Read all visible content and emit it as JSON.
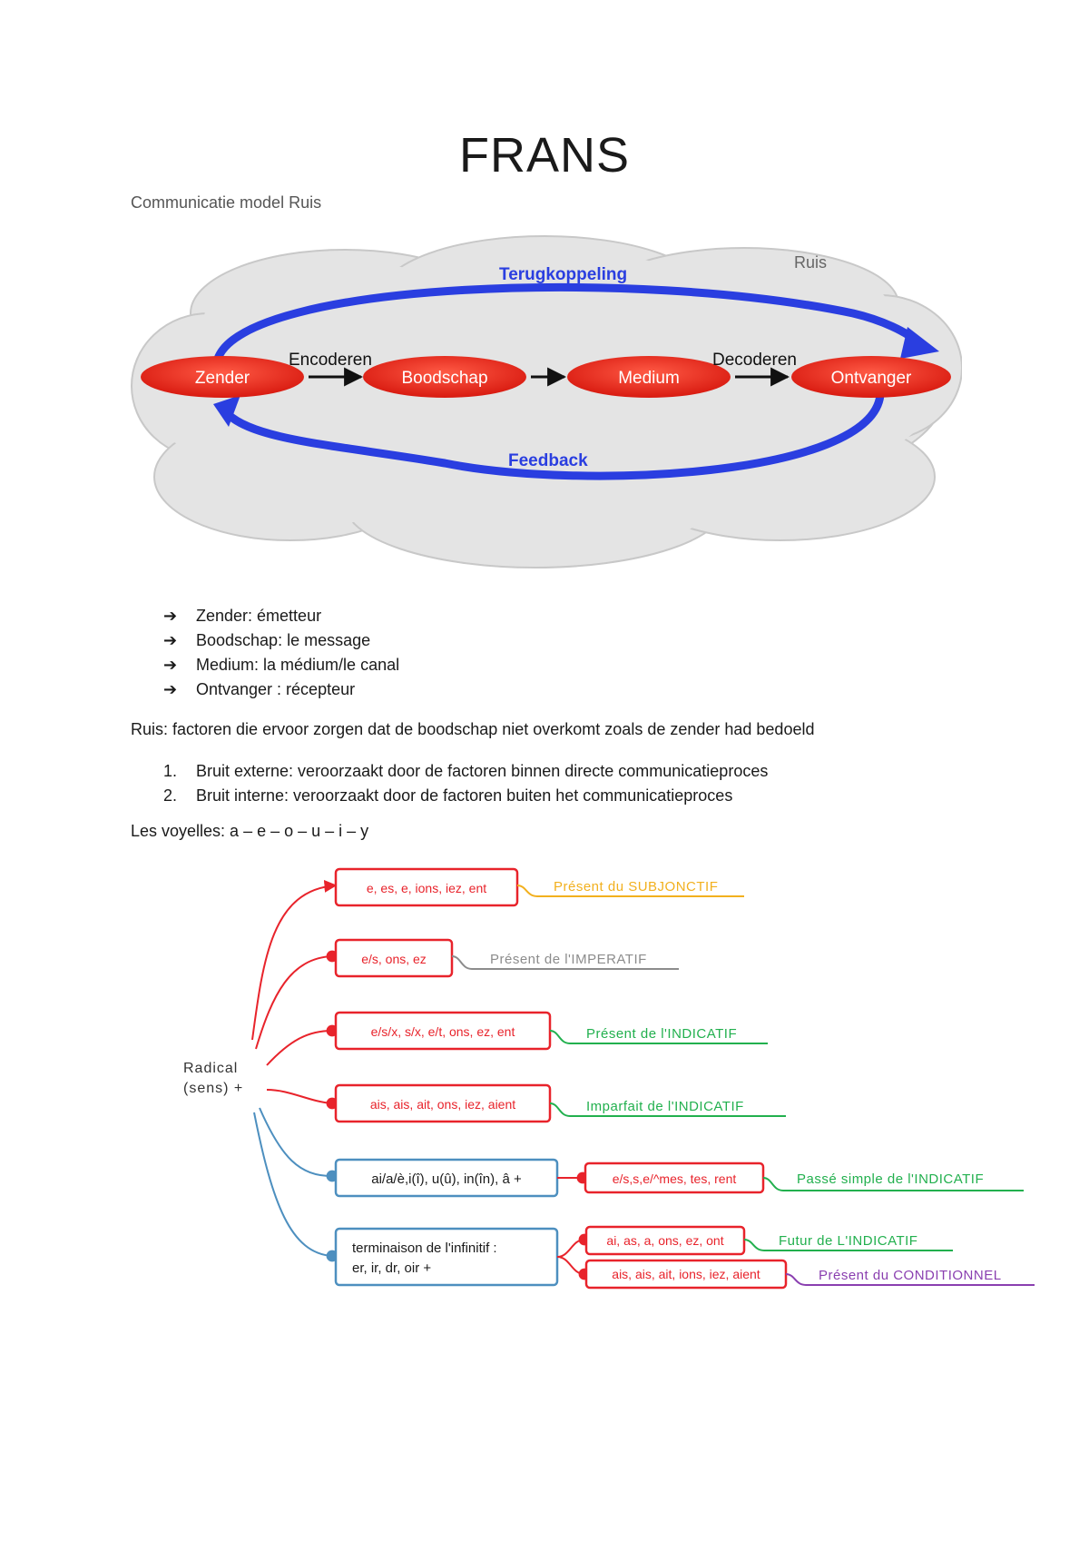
{
  "title": "FRANS",
  "subtitle": "Communicatie model Ruis",
  "comm_model": {
    "cloud_label": "Ruis",
    "top_arrow_label": "Terugkoppeling",
    "bottom_arrow_label": "Feedback",
    "nodes": [
      "Zender",
      "Boodschap",
      "Medium",
      "Ontvanger"
    ],
    "link_labels": {
      "encode": "Encoderen",
      "decode": "Decoderen"
    },
    "colors": {
      "node": "#e8291c",
      "arrow": "#2a3ee0",
      "cloud": "#e6e6e6"
    }
  },
  "bullets": [
    "Zender: émetteur",
    "Boodschap: le message",
    "Medium: la médium/le canal",
    "Ontvanger : récepteur"
  ],
  "ruis_definition": "Ruis: factoren die ervoor zorgen dat de boodschap niet overkomt zoals de zender had bedoeld",
  "bruit_list": [
    {
      "num": "1.",
      "text": "Bruit externe: veroorzaakt door de factoren binnen directe communicatieproces"
    },
    {
      "num": "2.",
      "text": "Bruit interne: veroorzaakt door de factoren buiten het communicatieproces"
    }
  ],
  "voyelles": "Les voyelles: a – e – o – u – i – y",
  "conjugation": {
    "root_line1": "Radical",
    "root_line2": "(sens) +",
    "endings": [
      {
        "text": "e, es, e, ions, iez, ent",
        "tense": "Présent du SUBJONCTIF"
      },
      {
        "text": "e/s, ons, ez",
        "tense": "Présent de l'IMPERATIF"
      },
      {
        "text": "e/s/x, s/x, e/t, ons, ez, ent",
        "tense": "Présent de l'INDICATIF"
      },
      {
        "text": "ais, ais, ait, ons, iez, aient",
        "tense": "Imparfait de l'INDICATIF"
      }
    ],
    "passe_stem": "ai/a/è,i(î), u(û), in(în), â +",
    "passe_ending": "e/s,s,e/^mes, tes, rent",
    "passe_tense": "Passé simple de l'INDICATIF",
    "infinitive_line1": "terminaison de l'infinitif :",
    "infinitive_line2": "er, ir, dr, oir +",
    "futur_ending": "ai, as, a, ons, ez, ont",
    "futur_tense": "Futur de L'INDICATIF",
    "cond_ending": "ais, ais, ait, ions, iez, aient",
    "cond_tense": "Présent du CONDITIONNEL",
    "colors": {
      "red": "#e8232b",
      "blue": "#4d8fbf",
      "yellow": "#f2b01e",
      "gray": "#8c8c8c",
      "green": "#22b04e",
      "purple": "#8a3fb0"
    }
  }
}
